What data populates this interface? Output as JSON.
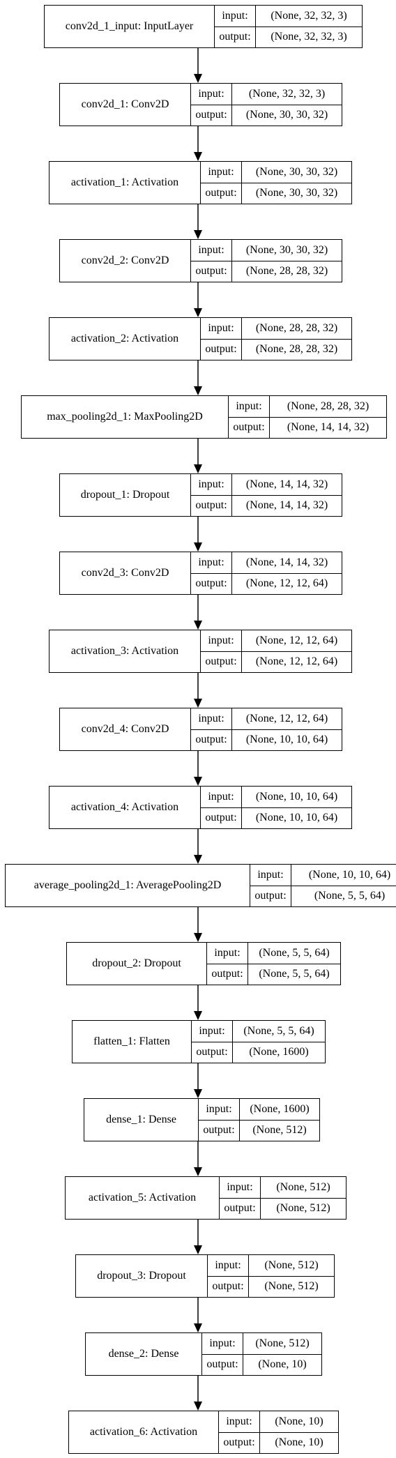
{
  "port_labels": {
    "input": "input:",
    "output": "output:"
  },
  "layers": [
    {
      "name": "conv2d_1_input: InputLayer",
      "input": "(None, 32, 32, 3)",
      "output": "(None, 32, 32, 3)"
    },
    {
      "name": "conv2d_1: Conv2D",
      "input": "(None, 32, 32, 3)",
      "output": "(None, 30, 30, 32)"
    },
    {
      "name": "activation_1: Activation",
      "input": "(None, 30, 30, 32)",
      "output": "(None, 30, 30, 32)"
    },
    {
      "name": "conv2d_2: Conv2D",
      "input": "(None, 30, 30, 32)",
      "output": "(None, 28, 28, 32)"
    },
    {
      "name": "activation_2: Activation",
      "input": "(None, 28, 28, 32)",
      "output": "(None, 28, 28, 32)"
    },
    {
      "name": "max_pooling2d_1: MaxPooling2D",
      "input": "(None, 28, 28, 32)",
      "output": "(None, 14, 14, 32)"
    },
    {
      "name": "dropout_1: Dropout",
      "input": "(None, 14, 14, 32)",
      "output": "(None, 14, 14, 32)"
    },
    {
      "name": "conv2d_3: Conv2D",
      "input": "(None, 14, 14, 32)",
      "output": "(None, 12, 12, 64)"
    },
    {
      "name": "activation_3: Activation",
      "input": "(None, 12, 12, 64)",
      "output": "(None, 12, 12, 64)"
    },
    {
      "name": "conv2d_4: Conv2D",
      "input": "(None, 12, 12, 64)",
      "output": "(None, 10, 10, 64)"
    },
    {
      "name": "activation_4: Activation",
      "input": "(None, 10, 10, 64)",
      "output": "(None, 10, 10, 64)"
    },
    {
      "name": "average_pooling2d_1: AveragePooling2D",
      "input": "(None, 10, 10, 64)",
      "output": "(None, 5, 5, 64)"
    },
    {
      "name": "dropout_2: Dropout",
      "input": "(None, 5, 5, 64)",
      "output": "(None, 5, 5, 64)"
    },
    {
      "name": "flatten_1: Flatten",
      "input": "(None, 5, 5, 64)",
      "output": "(None, 1600)"
    },
    {
      "name": "dense_1: Dense",
      "input": "(None, 1600)",
      "output": "(None, 512)"
    },
    {
      "name": "activation_5: Activation",
      "input": "(None, 512)",
      "output": "(None, 512)"
    },
    {
      "name": "dropout_3: Dropout",
      "input": "(None, 512)",
      "output": "(None, 512)"
    },
    {
      "name": "dense_2: Dense",
      "input": "(None, 512)",
      "output": "(None, 10)"
    },
    {
      "name": "activation_6: Activation",
      "input": "(None, 10)",
      "output": "(None, 10)"
    }
  ]
}
